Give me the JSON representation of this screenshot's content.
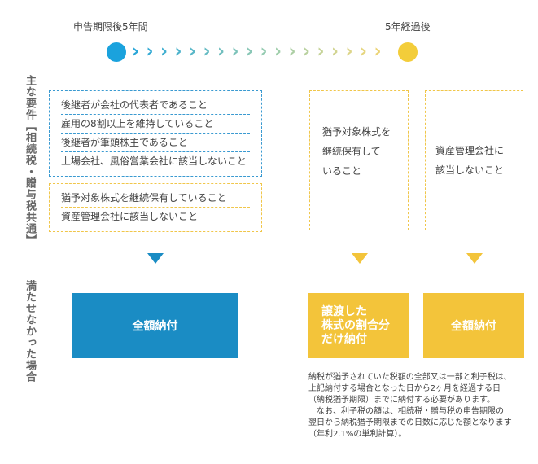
{
  "timeline": {
    "start_label": "申告期限後5年間",
    "end_label": "5年経過後",
    "start_color": "#1aa2dd",
    "end_color": "#f3cd3a",
    "chevron_colors": [
      "#2aa6d8",
      "#35aad4",
      "#41afd0",
      "#4db3cc",
      "#59b7c8",
      "#65bbc3",
      "#71bfbf",
      "#7dc3ba",
      "#89c7b6",
      "#95cbb1",
      "#a1cfac",
      "#adcfa5",
      "#b9d19f",
      "#c5d398",
      "#d1d491",
      "#ddd58a",
      "#e5d57f",
      "#ebd374"
    ]
  },
  "side_label_requirements": "主な要件【相続税・贈与税共通】",
  "side_label_failed": "満たせなかった場合",
  "left_requirements": {
    "blue_items": [
      "後継者が会社の代表者であること",
      "雇用の8割以上を維持していること",
      "後継者が筆頭株主であること",
      "上場会社、風俗営業会社に該当しないこと"
    ],
    "yellow_items": [
      "猶予対象株式を継続保有していること",
      "資産管理会社に該当しないこと"
    ]
  },
  "mid_requirement": [
    "猶予対象株式を",
    "継続保有して",
    "いること"
  ],
  "right_requirement": [
    "資産管理会社に",
    "該当しないこと"
  ],
  "results": {
    "left": "全額納付",
    "mid": [
      "譲渡した",
      "株式の割合分",
      "だけ納付"
    ],
    "right": "全額納付"
  },
  "note": [
    "納税が猶予されていた税額の全部又は一部と利子税は、",
    "上記納付する場合となった日から2ヶ月を経過する日",
    "（納税猶予期限）までに納付する必要があります。",
    "　なお、利子税の額は、相続税・贈与税の申告期限の",
    "翌日から納税猶予期限までの日数に応じた額となります",
    "（年利2.1%の単利計算）。"
  ]
}
